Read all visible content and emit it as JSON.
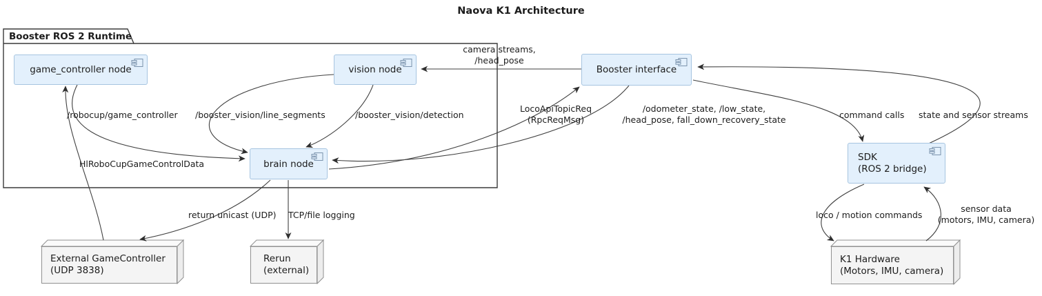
{
  "title": "Naova K1 Architecture",
  "package": {
    "label": "Booster ROS 2 Runtime"
  },
  "nodes": {
    "game_controller": {
      "label": "game_controller node"
    },
    "vision": {
      "label": "vision node"
    },
    "brain": {
      "label": "brain node"
    },
    "booster_interface": {
      "label": "Booster interface"
    },
    "sdk": {
      "line1": "SDK",
      "line2": "(ROS 2 bridge)"
    },
    "external_gamecontroller": {
      "line1": "External GameController",
      "line2": "(UDP 3838)"
    },
    "rerun": {
      "line1": "Rerun",
      "line2": "(external)"
    },
    "k1_hardware": {
      "line1": "K1 Hardware",
      "line2": "(Motors, IMU, camera)"
    }
  },
  "edges": {
    "camera_streams": {
      "line1": "camera streams,",
      "line2": "/head_pose"
    },
    "robocup_game_controller": {
      "label": "/robocup/game_controller"
    },
    "booster_vision_line_segments": {
      "label": "/booster_vision/line_segments"
    },
    "booster_vision_detection": {
      "label": "/booster_vision/detection"
    },
    "loco_api_topic_req": {
      "line1": "LocoApiTopicReq",
      "line2": "(RpcReqMsg)"
    },
    "odometer_state": {
      "line1": "/odometer_state, /low_state,",
      "line2": "/head_pose, fall_down_recovery_state"
    },
    "command_calls": {
      "label": "command calls"
    },
    "state_sensor_streams": {
      "label": "state and sensor streams"
    },
    "hl_robocup_gamecontroldata": {
      "label": "HlRoboCupGameControlData"
    },
    "return_unicast": {
      "label": "return unicast (UDP)"
    },
    "tcp_file_logging": {
      "label": "TCP/file logging"
    },
    "loco_motion_commands": {
      "label": "loco / motion commands"
    },
    "sensor_data": {
      "line1": "sensor data",
      "line2": "(motors, IMU, camera)"
    }
  },
  "colors": {
    "component_fill": "#e3f0fc",
    "component_border": "#a6c4e0",
    "node_fill": "#f4f4f4",
    "node_border": "#909090",
    "edge": "#3f3f3f",
    "text": "#1c1c1c"
  }
}
